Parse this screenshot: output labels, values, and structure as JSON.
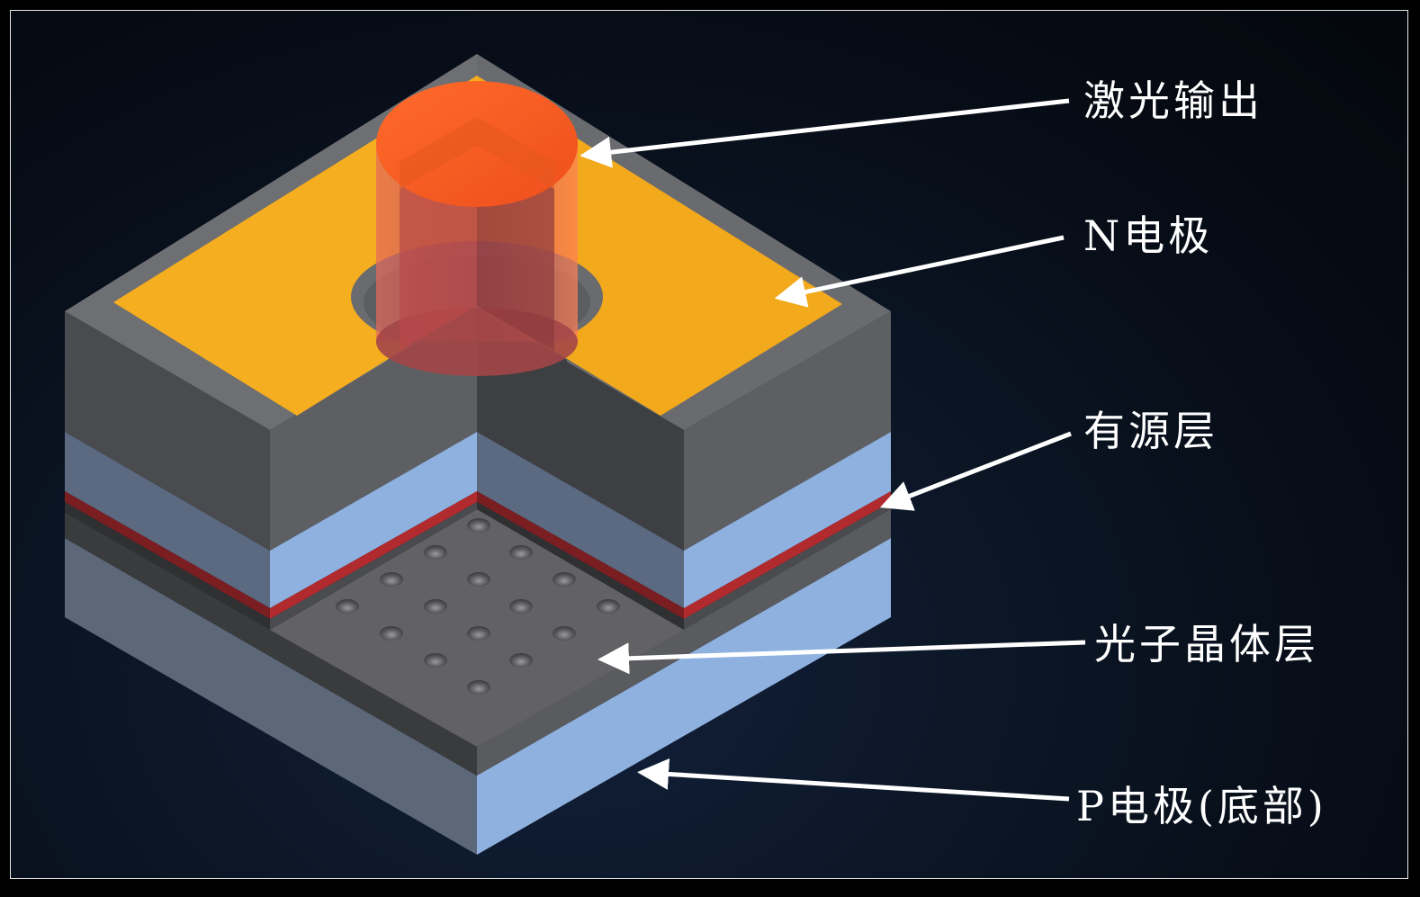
{
  "labels": {
    "laser_output": "激光输出",
    "n_electrode": "N电极",
    "active_layer": "有源层",
    "photonic_crystal_layer": "光子晶体层",
    "p_electrode": "P电极(底部)"
  },
  "colors": {
    "background": "#060b14",
    "frame_border": "#e8e8e8",
    "n_electrode": "#f5ae1f",
    "laser_beam": "#ee5a24",
    "active_layer": "#a0242a",
    "cladding": "#8fb1df",
    "semiconductor": "#5e5e60",
    "arrow": "#ffffff"
  },
  "icons": {
    "arrow": "arrow-head",
    "beam": "laser-cylinder",
    "holes": "photonic-crystal-hole"
  }
}
